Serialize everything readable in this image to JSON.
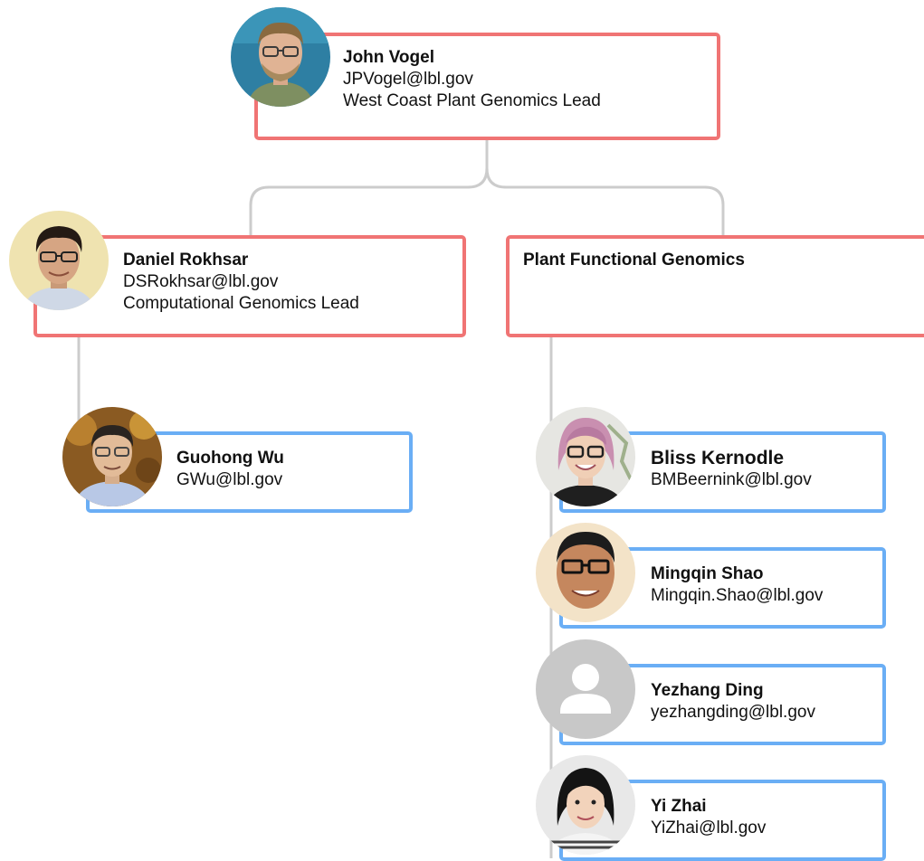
{
  "root": {
    "name": "John Vogel",
    "email": "JPVogel@lbl.gov",
    "role": "West Coast Plant Genomics Lead",
    "avatar_icon": "person-photo-icon"
  },
  "groups": [
    {
      "name": "Daniel Rokhsar",
      "email": "DSRokhsar@lbl.gov",
      "role": "Computational Genomics Lead",
      "avatar_icon": "person-photo-icon",
      "members": [
        {
          "name": "Guohong Wu",
          "email": "GWu@lbl.gov",
          "avatar_icon": "person-photo-icon"
        }
      ]
    },
    {
      "name": "Plant Functional Genomics",
      "members": [
        {
          "name": "Bliss Kernodle",
          "email": "BMBeernink@lbl.gov",
          "avatar_icon": "person-photo-icon"
        },
        {
          "name": "Mingqin Shao",
          "email": "Mingqin.Shao@lbl.gov",
          "avatar_icon": "person-photo-icon"
        },
        {
          "name": "Yezhang Ding",
          "email": "yezhangding@lbl.gov",
          "avatar_icon": "default-user-icon"
        },
        {
          "name": "Yi Zhai",
          "email": "YiZhai@lbl.gov",
          "avatar_icon": "person-photo-icon"
        }
      ]
    }
  ],
  "colors": {
    "lead_border": "#f07474",
    "member_border": "#6aaef5",
    "connector": "#cccccc",
    "placeholder_avatar": "#c8c8c8"
  }
}
